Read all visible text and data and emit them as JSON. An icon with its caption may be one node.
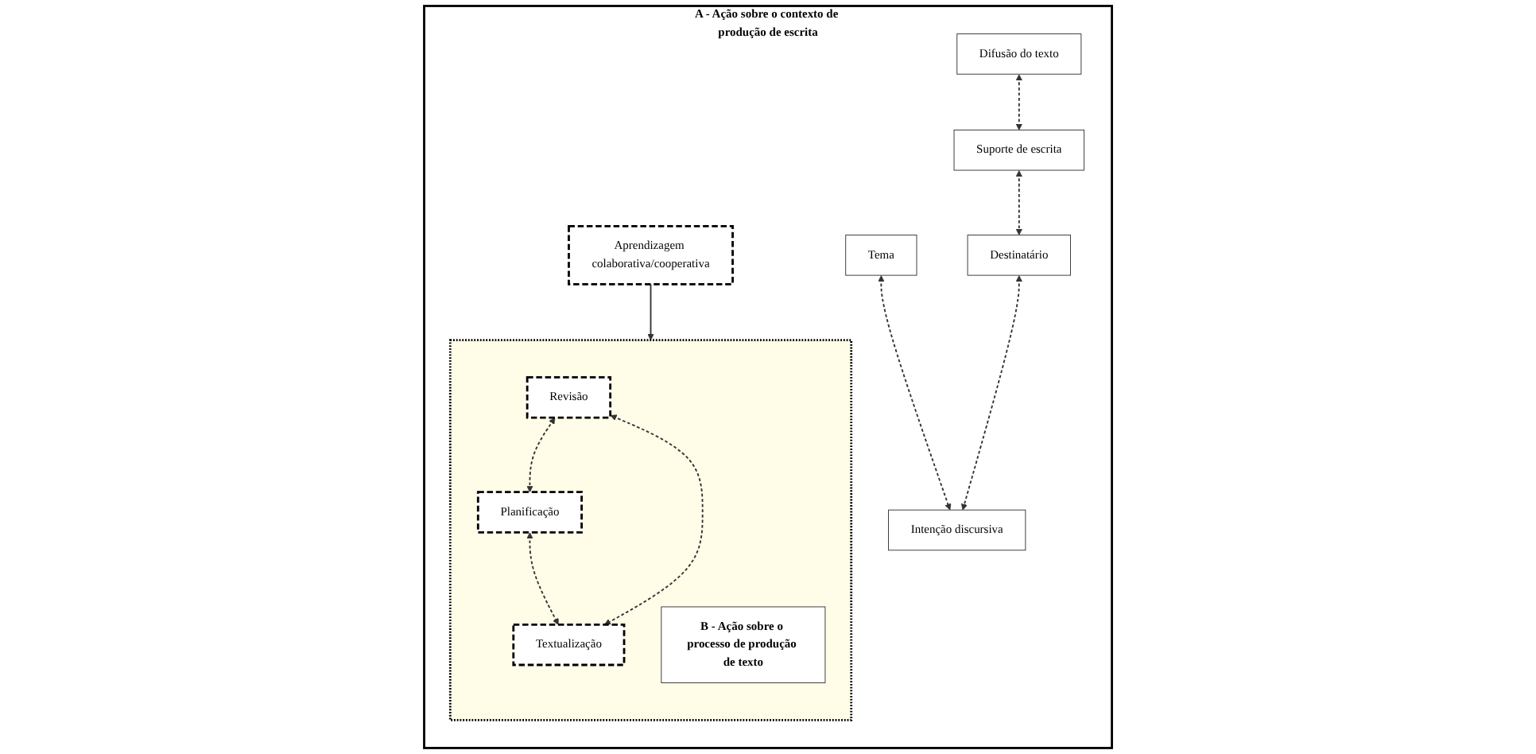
{
  "diagram": {
    "nodes": [
      {
        "text": [
          "A - Ação sobre o contexto de produção de escrita"
        ]
      },
      {
        "text": [
          "Tema"
        ],
        "in": 0
      },
      {
        "text": [
          "Difusão do texto"
        ],
        "in": 0
      },
      {
        "text": [
          "Aprendizagem colaborativa/cooperativa"
        ],
        "in": 0
      },
      {
        "text": [],
        "shape": "box",
        "in": 0
      },
      {
        "text": [
          "Planificação"
        ],
        "in": 4
      },
      {
        "text": [
          "Revisão"
        ],
        "in": 4
      },
      {
        "text": [
          "B - Ação sobre o processo de produção de texto"
        ],
        "in": 4
      },
      {
        "text": [
          "Textualização"
        ],
        "in": 4
      },
      {
        "text": [
          "Intenção discursiva"
        ],
        "in": 0
      },
      {
        "text": [
          "Suporte de escrita"
        ],
        "in": 0
      },
      {
        "text": [
          "Destinatário"
        ],
        "in": 0
      }
    ],
    "edges": [
      {
        "from": 3,
        "to": 4,
        "arrow": "to"
      },
      {
        "from": 6,
        "to": 5,
        "arrow": "both",
        "style": "dashed"
      },
      {
        "from": 5,
        "to": 8,
        "arrow": "both",
        "style": "dashed"
      },
      {
        "from": 6,
        "to": 8,
        "arrow": "both",
        "style": "dashed"
      },
      {
        "from": 1,
        "to": 9,
        "arrow": "both",
        "style": "dashed"
      },
      {
        "from": 2,
        "to": 10,
        "arrow": "both",
        "style": "dashed"
      },
      {
        "from": 10,
        "to": 11,
        "arrow": "both",
        "style": "dashed"
      },
      {
        "from": 11,
        "to": 9,
        "arrow": "both",
        "style": "dashed"
      }
    ]
  }
}
